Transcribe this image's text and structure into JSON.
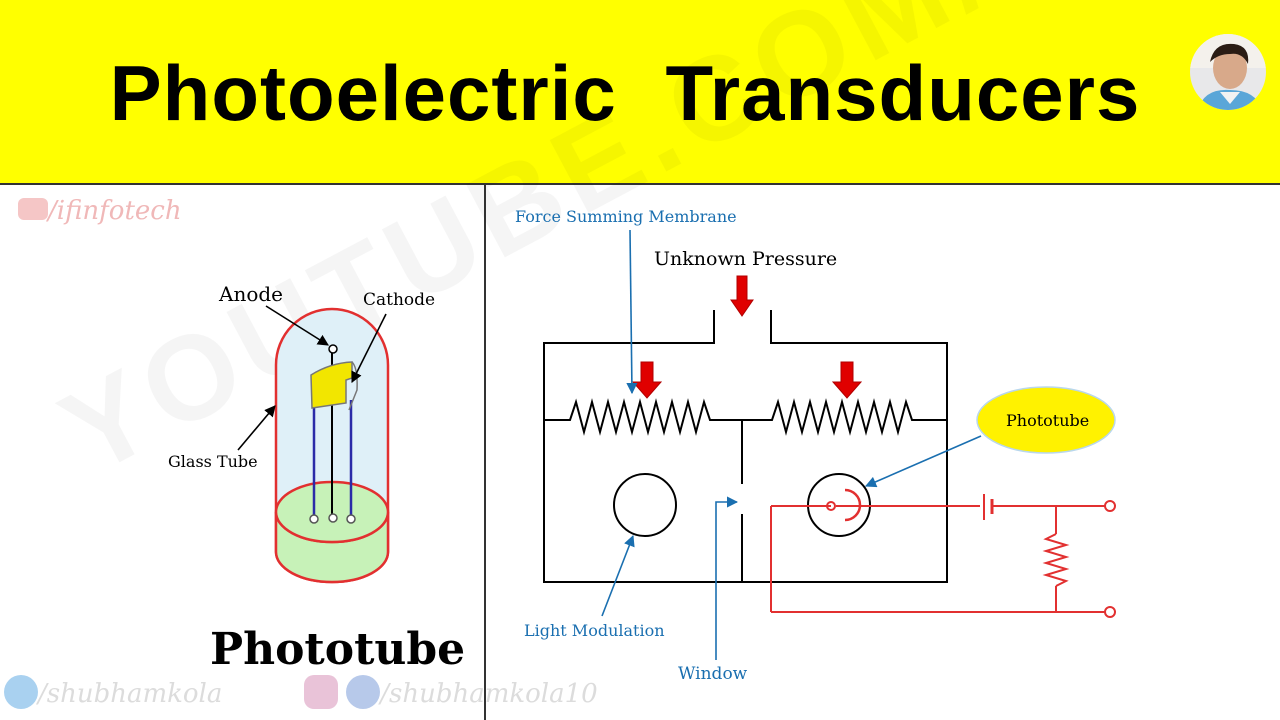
{
  "header": {
    "title": "Photoelectric  Transducers"
  },
  "watermarks": {
    "youtube": "/ifinfotech",
    "twitter": "/shubhamkola",
    "facebook": "/shubhamkola10",
    "background": "YOUTUBE.COM/IFINFOTECH"
  },
  "phototube_diagram": {
    "anode_label": "Anode",
    "cathode_label": "Cathode",
    "glass_tube_label": "Glass Tube",
    "caption": "Phototube"
  },
  "pressure_diagram": {
    "membrane_label": "Force Summing Membrane",
    "pressure_label": "Unknown Pressure",
    "phototube_label": "Phototube",
    "light_modulation_label": "Light Modulation",
    "window_label": "Window"
  },
  "colors": {
    "banner": "#ffff00",
    "arrow_red": "#e00000",
    "circuit_red": "#e23030",
    "label_blue": "#1a6fb0",
    "glass_fill": "#dff0f8",
    "base_fill": "#c7f2b8",
    "electrode_yellow": "#f2e600"
  }
}
